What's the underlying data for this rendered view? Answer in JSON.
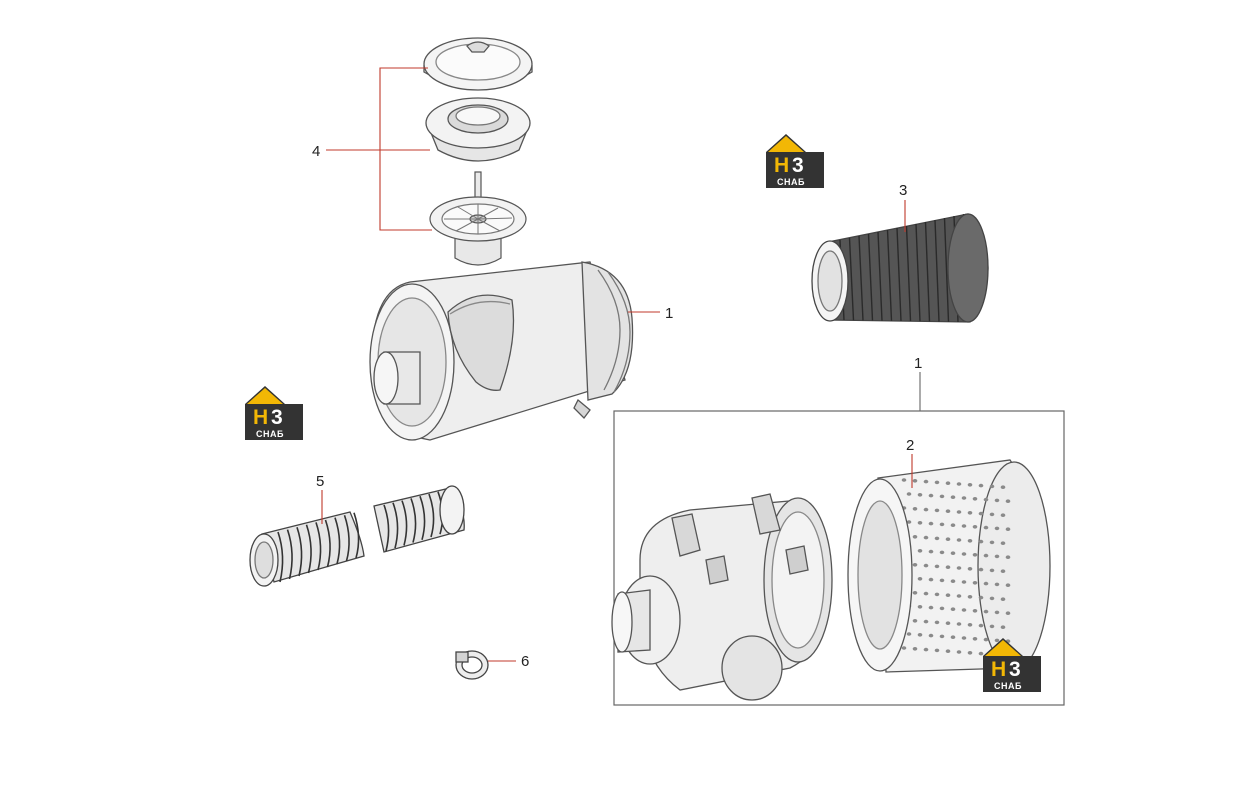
{
  "callouts": {
    "c1_main": "1",
    "c1_box": "1",
    "c2": "2",
    "c3": "3",
    "c4": "4",
    "c5": "5",
    "c6": "6"
  },
  "logo": {
    "mark_left": "H",
    "mark_right": "3",
    "wordmark": "СНАБ",
    "colors": {
      "yellow": "#f2b705",
      "dark": "#333333"
    }
  },
  "colors": {
    "line": "#555555",
    "leader": "#c0392b",
    "frame": "#666666"
  }
}
